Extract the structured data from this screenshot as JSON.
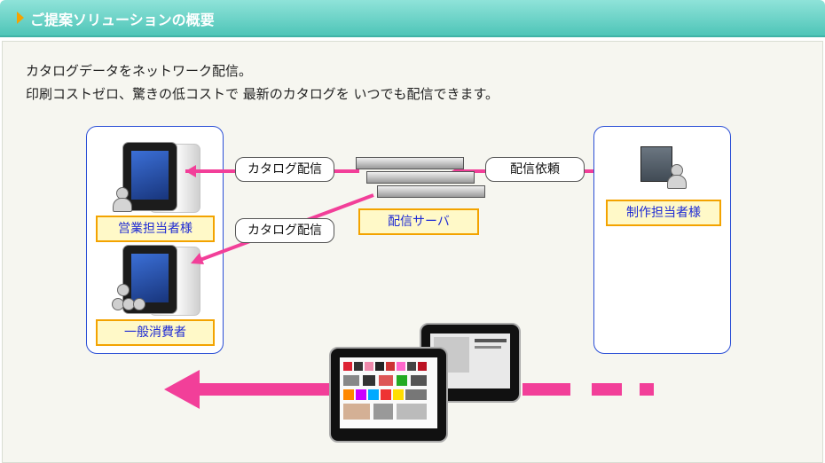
{
  "header": {
    "title": "ご提案ソリューションの概要"
  },
  "intro": {
    "line1": "カタログデータをネットワーク配信。",
    "line2": "印刷コストゼロ、驚きの低コストで 最新のカタログを いつでも配信できます。"
  },
  "diagram": {
    "labels": {
      "sales_staff": "営業担当者様",
      "consumer": "一般消費者",
      "server": "配信サーバ",
      "producer": "制作担当者様"
    },
    "bubbles": {
      "catalog_delivery_1": "カタログ配信",
      "catalog_delivery_2": "カタログ配信",
      "delivery_request": "配信依頼"
    }
  },
  "colors": {
    "accent": "#f23f99",
    "frame": "#2b4fd6",
    "label_border": "#f3a300",
    "label_text": "#1f2bd4"
  }
}
